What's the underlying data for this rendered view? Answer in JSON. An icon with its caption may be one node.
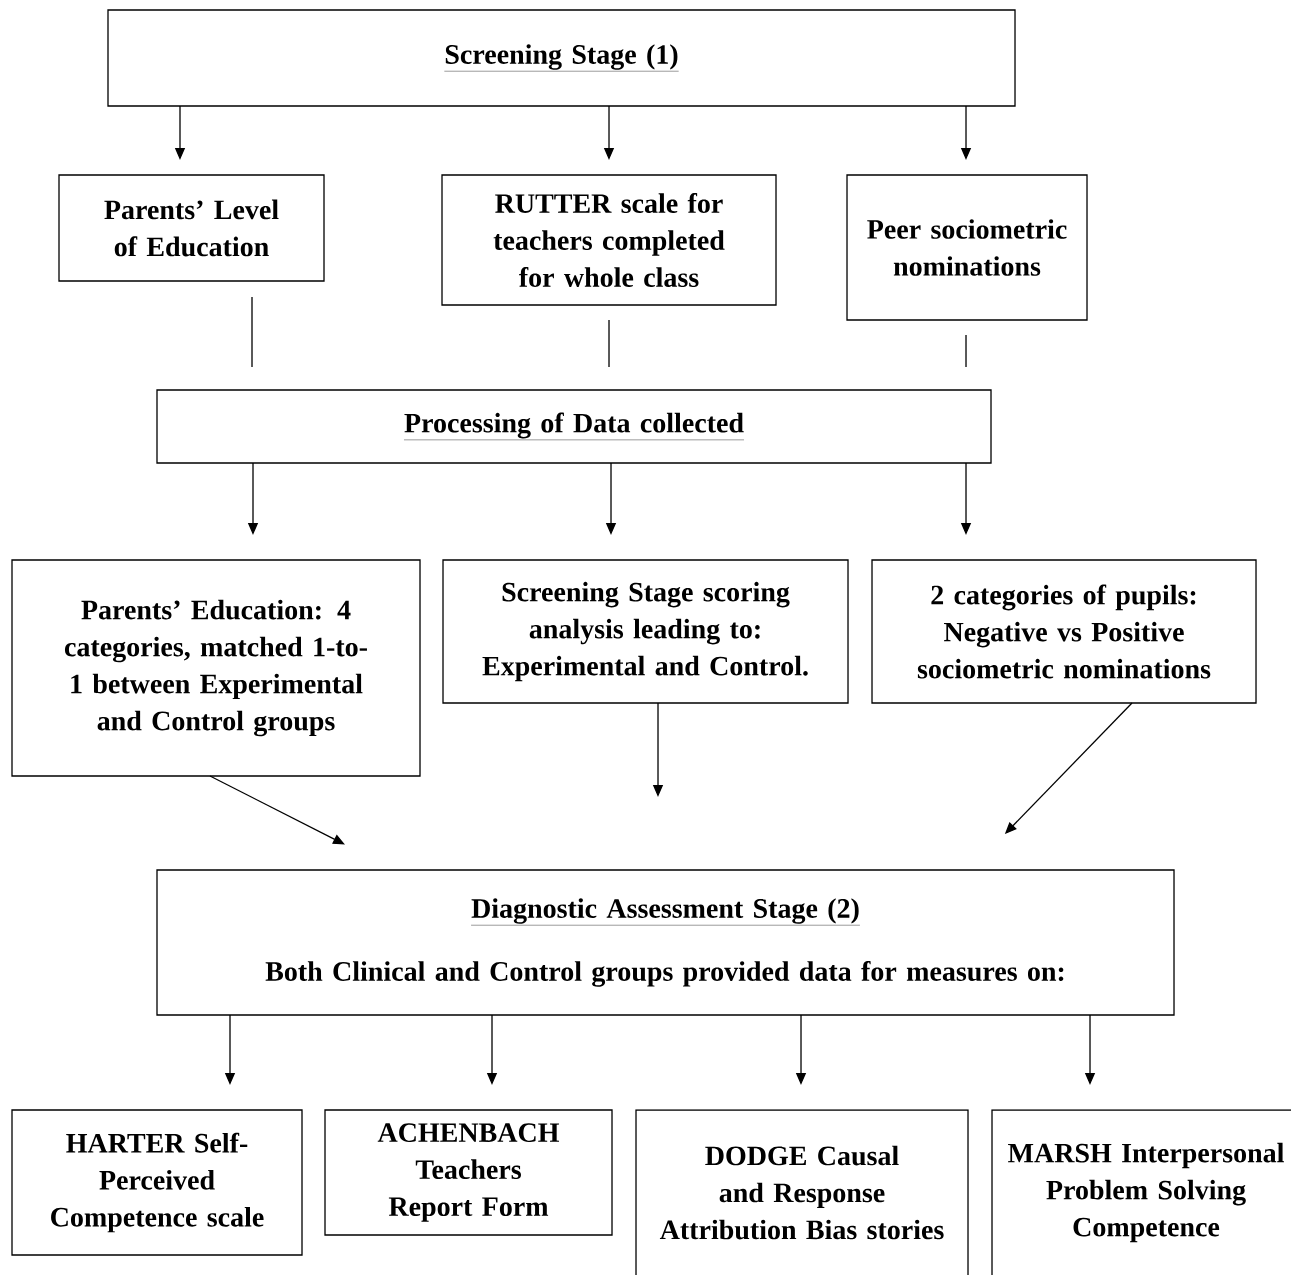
{
  "diagram": {
    "nodes": [
      {
        "text": [
          "Screening Stage (1)"
        ]
      },
      {
        "text": [
          "Parents’ Level of Education"
        ]
      },
      {
        "text": [
          "RUTTER scale for teachers completed for whole class"
        ]
      },
      {
        "text": [
          "Peer sociometric nominations"
        ]
      },
      {
        "text": [
          "Processing of Data collected"
        ]
      },
      {
        "text": [
          "Parents’ Education: 4 categories, matched 1-to-1 between Experimental and Control groups"
        ]
      },
      {
        "text": [
          "Screening Stage scoring analysis leading to: Experimental and Control."
        ]
      },
      {
        "text": [
          "2 categories of pupils: Negative vs Positive sociometric nominations"
        ]
      },
      {
        "text": [
          "Diagnostic Assessment Stage (2)",
          "Both Clinical and Control groups provided data for measures on:"
        ]
      },
      {
        "text": [
          "HARTER Self-Perceived Competence scale"
        ]
      },
      {
        "text": [
          "ACHENBACH Teachers Report Form"
        ]
      },
      {
        "text": [
          "DODGE Causal and Response Attribution Bias stories"
        ]
      },
      {
        "text": [
          "MARSH Interpersonal Problem Solving Competence"
        ]
      }
    ],
    "edges": [
      {
        "from": 0,
        "to": 1,
        "arrow": "to"
      },
      {
        "from": 0,
        "to": 2,
        "arrow": "to"
      },
      {
        "from": 0,
        "to": 3,
        "arrow": "to"
      },
      {
        "from": 1,
        "to": 4,
        "arrow": "none"
      },
      {
        "from": 2,
        "to": 4,
        "arrow": "none"
      },
      {
        "from": 3,
        "to": 4,
        "arrow": "none"
      },
      {
        "from": 4,
        "to": 5,
        "arrow": "to"
      },
      {
        "from": 4,
        "to": 6,
        "arrow": "to"
      },
      {
        "from": 4,
        "to": 7,
        "arrow": "to"
      },
      {
        "from": 5,
        "to": 8,
        "arrow": "to"
      },
      {
        "from": 6,
        "to": 8,
        "arrow": "to"
      },
      {
        "from": 7,
        "to": 8,
        "arrow": "to"
      },
      {
        "from": 8,
        "to": 9,
        "arrow": "to"
      },
      {
        "from": 8,
        "to": 10,
        "arrow": "to"
      },
      {
        "from": 8,
        "to": 11,
        "arrow": "to"
      },
      {
        "from": 8,
        "to": 12,
        "arrow": "to"
      }
    ]
  }
}
